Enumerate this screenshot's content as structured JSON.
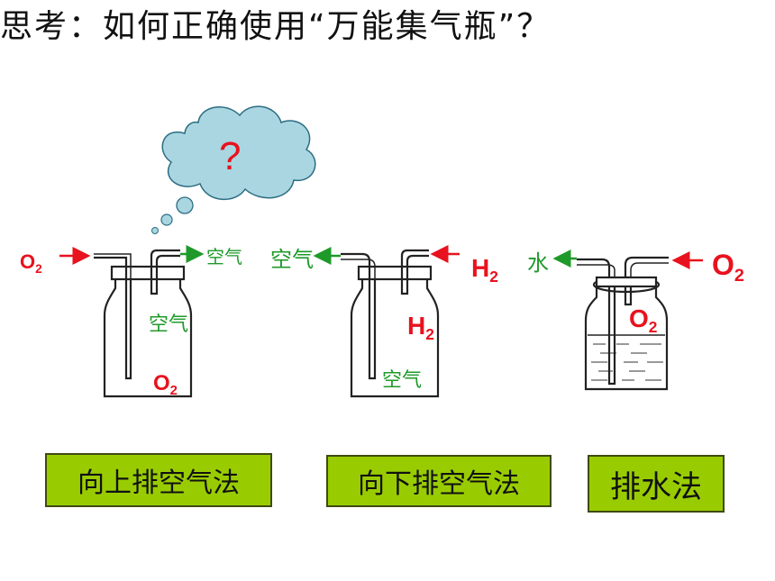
{
  "title": "思考：如何正确使用“万能集气瓶”？",
  "thought_bubble": {
    "symbol": "?"
  },
  "bottle1": {
    "in_gas": "O",
    "in_sub": "2",
    "out_gas": "空气",
    "upper_gas": "空气",
    "lower_gas": "O",
    "lower_sub": "2",
    "method": "向上排空气法"
  },
  "bottle2": {
    "out_gas": "空气",
    "in_gas": "H",
    "in_sub": "2",
    "upper_gas": "H",
    "upper_sub": "2",
    "lower_gas": "空气",
    "method": "向下排空气法"
  },
  "bottle3": {
    "out_liquid": "水",
    "in_gas": "O",
    "in_sub": "2",
    "inside_gas": "O",
    "inside_sub": "2",
    "method": "排水法"
  },
  "colors": {
    "arrow_red": "#e8121e",
    "arrow_green": "#1f9a2a",
    "method_box": "#99cc00",
    "cloud": "#a9d6e0"
  }
}
